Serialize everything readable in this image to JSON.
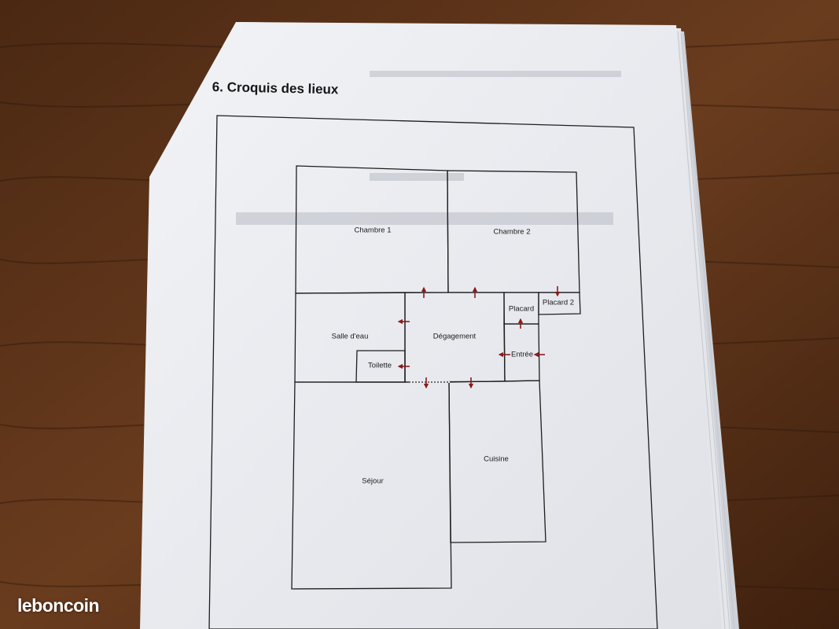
{
  "document": {
    "section_title": "6. Croquis des lieux"
  },
  "floor_plan": {
    "rooms": {
      "chambre_1": "Chambre 1",
      "chambre_2": "Chambre 2",
      "salle_deau": "Salle d'eau",
      "toilette": "Toilette",
      "degagement": "Dégagement",
      "placard": "Placard",
      "placard_2": "Placard 2",
      "entree": "Entrée",
      "sejour": "Séjour",
      "cuisine": "Cuisine"
    },
    "door_arrow_color": "#8b1a1a",
    "wall_color": "#1e1e1e"
  },
  "watermark": {
    "brand": "leboncoin"
  },
  "colors": {
    "paper": "#eceef2",
    "table_wood": "#5a3218"
  }
}
